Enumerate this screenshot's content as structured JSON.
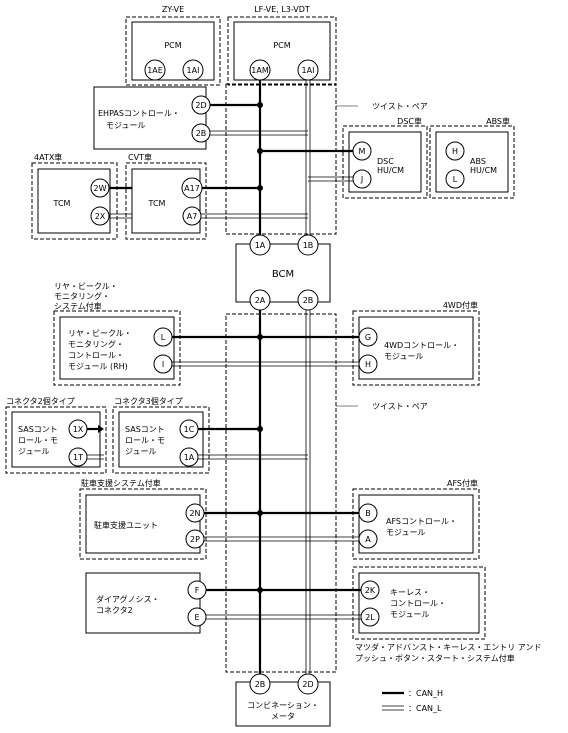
{
  "groups": {
    "zy_ve": "ZY-VE",
    "lf_ve": "LF-VE, L3-VDT",
    "dsc": "DSC車",
    "abs": "ABS車",
    "atx4": "4ATX車",
    "cvt": "CVT車",
    "rear_monitor": [
      "リヤ・ビークル・",
      "モニタリング・",
      "システム付車"
    ],
    "wd4": "4WD付車",
    "conn2": "コネクタ2個タイプ",
    "conn3": "コネクタ3個タイプ",
    "parking": "駐車支援システム付車",
    "afs": "AFS付車",
    "keyless": [
      "マツダ・アドバンスト・キーレス・エントリ アンド",
      "プッシュ・ボタン・スタート・システム付車"
    ]
  },
  "twist_pair": "ツイスト・ペア",
  "modules": {
    "pcm": "PCM",
    "ehpas": [
      "EHPASコントロール・",
      "モジュール"
    ],
    "dsc": [
      "DSC",
      "HU/CM"
    ],
    "abs": [
      "ABS",
      "HU/CM"
    ],
    "tcm": "TCM",
    "bcm": "BCM",
    "rvm": [
      "リヤ・ビークル・",
      "モニタリング・",
      "コントロール・",
      "モジュール (RH)"
    ],
    "wd4": [
      "4WDコントロール・",
      "モジュール"
    ],
    "sas": [
      "SASコント",
      "ロール・モ",
      "ジュール"
    ],
    "parking": "駐車支援ユニット",
    "afs": [
      "AFSコントロール・",
      "モジュール"
    ],
    "dlc": [
      "ダイアグノシス・",
      "コネクタ2"
    ],
    "keyless": [
      "キーレス・",
      "コントロール・",
      "モジュール"
    ],
    "meter": [
      "コンビネーション・",
      "メータ"
    ]
  },
  "pins": {
    "pcm1_a": "1AE",
    "pcm1_b": "1AI",
    "pcm2_a": "1AM",
    "pcm2_b": "1AI",
    "ehpas_h": "2D",
    "ehpas_l": "2B",
    "dsc_h": "M",
    "dsc_l": "J",
    "abs_h": "H",
    "abs_l": "L",
    "tcm1_h": "2W",
    "tcm1_l": "2X",
    "tcm2_h": "A17",
    "tcm2_l": "A7",
    "bcm_t1": "1A",
    "bcm_t2": "1B",
    "bcm_b1": "2A",
    "bcm_b2": "2B",
    "rvm_h": "L",
    "rvm_l": "I",
    "wd4_h": "G",
    "wd4_l": "H",
    "sas1_h": "1X",
    "sas1_l": "1T",
    "sas2_h": "1C",
    "sas2_l": "1A",
    "park_h": "2N",
    "park_l": "2P",
    "afs_h": "B",
    "afs_l": "A",
    "dlc_h": "F",
    "dlc_l": "E",
    "key_h": "2K",
    "key_l": "2L",
    "meter_h": "2B",
    "meter_l": "2D"
  },
  "legend": {
    "can_h": "：CAN_H",
    "can_l": "：CAN_L"
  }
}
